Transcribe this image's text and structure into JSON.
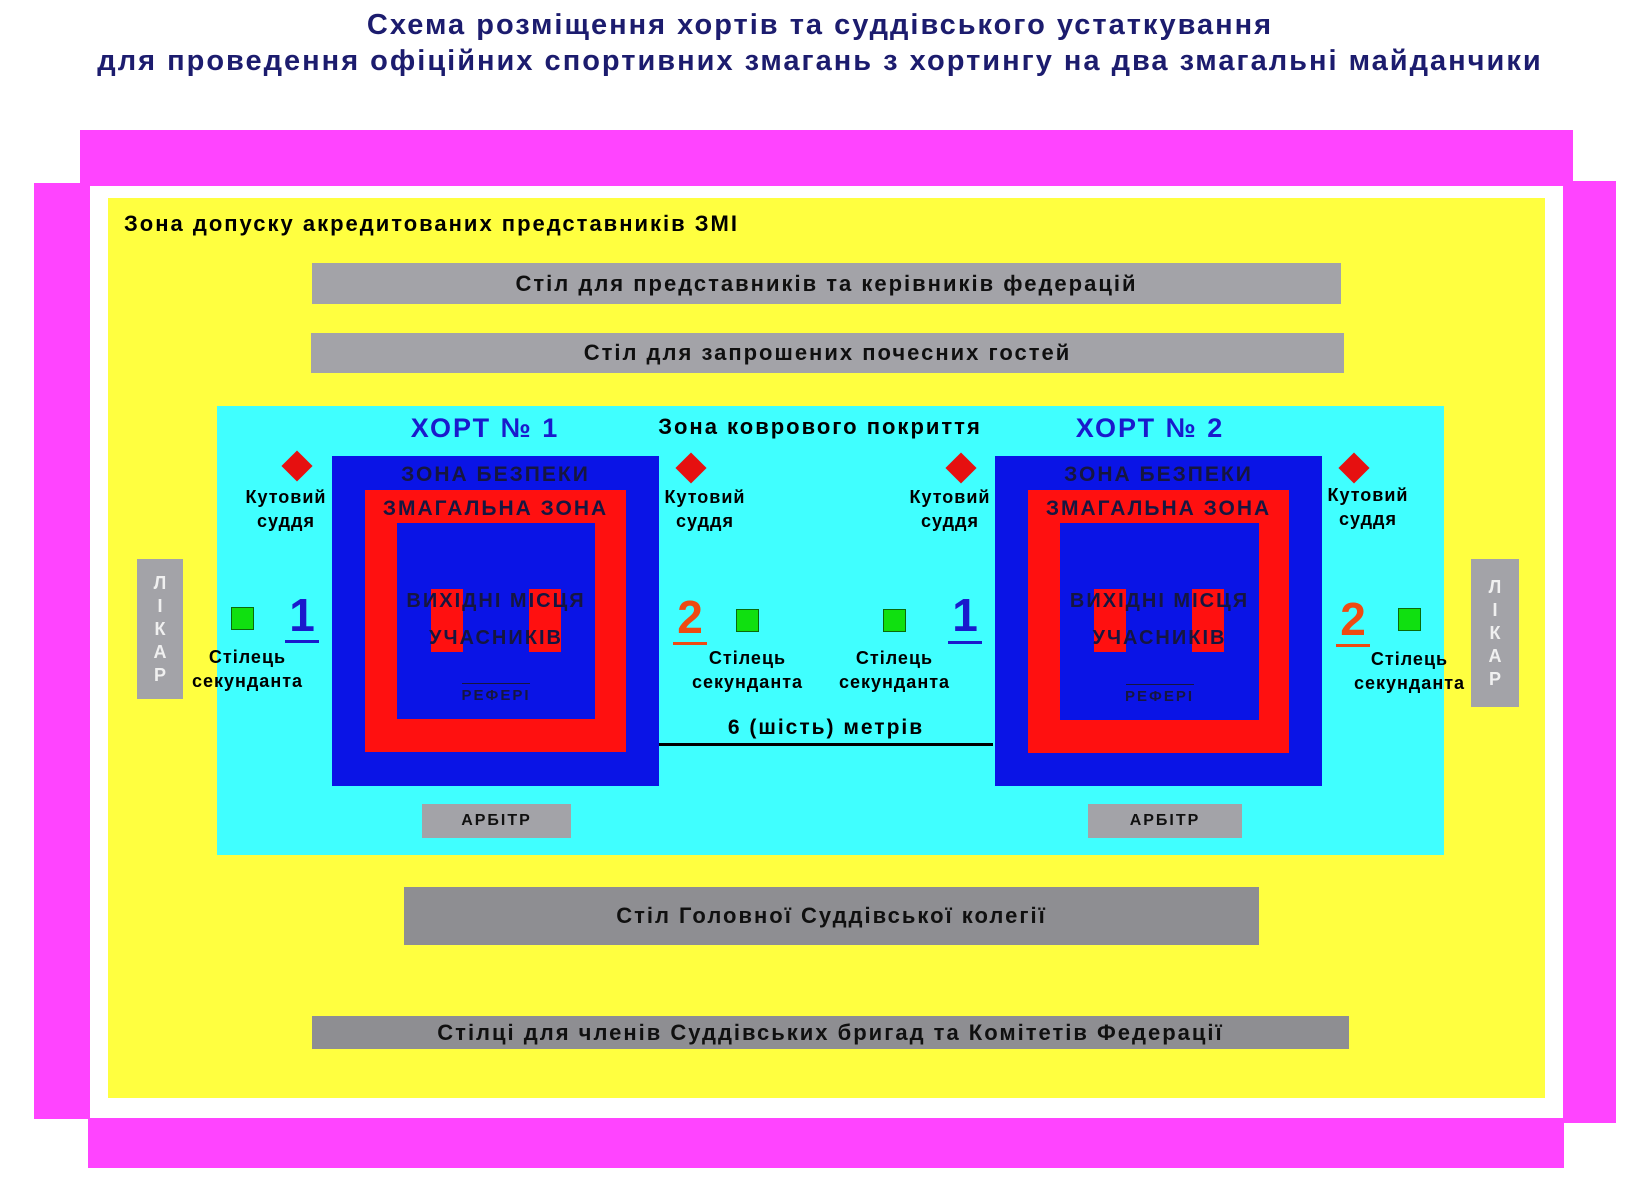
{
  "header": {
    "title_line1": "Схема розміщення хортів та суддівського устаткування",
    "title_line2": "для проведення офіційних спортивних змагань з хортингу на два змагальні майданчики"
  },
  "zones": {
    "media": "Зона допуску акредитованих представників ЗМІ",
    "carpet": "Зона коврового покриття"
  },
  "tables": {
    "federation": "Стіл для представників та керівників федерацій",
    "guests": "Стіл для запрошених почесних гостей",
    "chief_jury": "Стіл Головної Суддівської колегії",
    "brigades": "Стілці для членів Суддівських бригад та Комітетів Федерації"
  },
  "doctor_label": "Л\nІ\nК\nА\nР",
  "distance_label": "6 (шість) метрів",
  "horts": [
    {
      "title": "ХОРТ № 1",
      "safety_zone": "ЗОНА БЕЗПЕКИ",
      "competition_zone": "ЗМАГАЛЬНА  ЗОНА",
      "start_line1": "ВИХІДНІ МІСЦЯ",
      "start_line2": "УЧАСНИКІВ",
      "referee": "РЕФЕРІ",
      "arbiter": "АРБІТР",
      "corner_judge": "Кутовий\nсуддя",
      "second_chair": "Стілець\nсекунданта",
      "num_left": "1",
      "num_right": "2"
    },
    {
      "title": "ХОРТ № 2",
      "safety_zone": "ЗОНА БЕЗПЕКИ",
      "competition_zone": "ЗМАГАЛЬНА  ЗОНА",
      "start_line1": "ВИХІДНІ МІСЦЯ",
      "start_line2": "УЧАСНИКІВ",
      "referee": "РЕФЕРІ",
      "arbiter": "АРБІТР",
      "corner_judge": "Кутовий\nсуддя",
      "second_chair": "Стілець\nсекунданта",
      "num_left": "1",
      "num_right": "2"
    }
  ],
  "colors": {
    "outer_frame": "#ff44ff",
    "media_zone": "#ffff40",
    "carpet": "#40ffff",
    "safety_zone": "#0a14e6",
    "competition_zone": "#ff1010",
    "table": "#a3a3a8",
    "corner_judge": "#e61010",
    "chair": "#10e010",
    "athlete_1": "#1a1acc",
    "athlete_2": "#ee4a12"
  }
}
